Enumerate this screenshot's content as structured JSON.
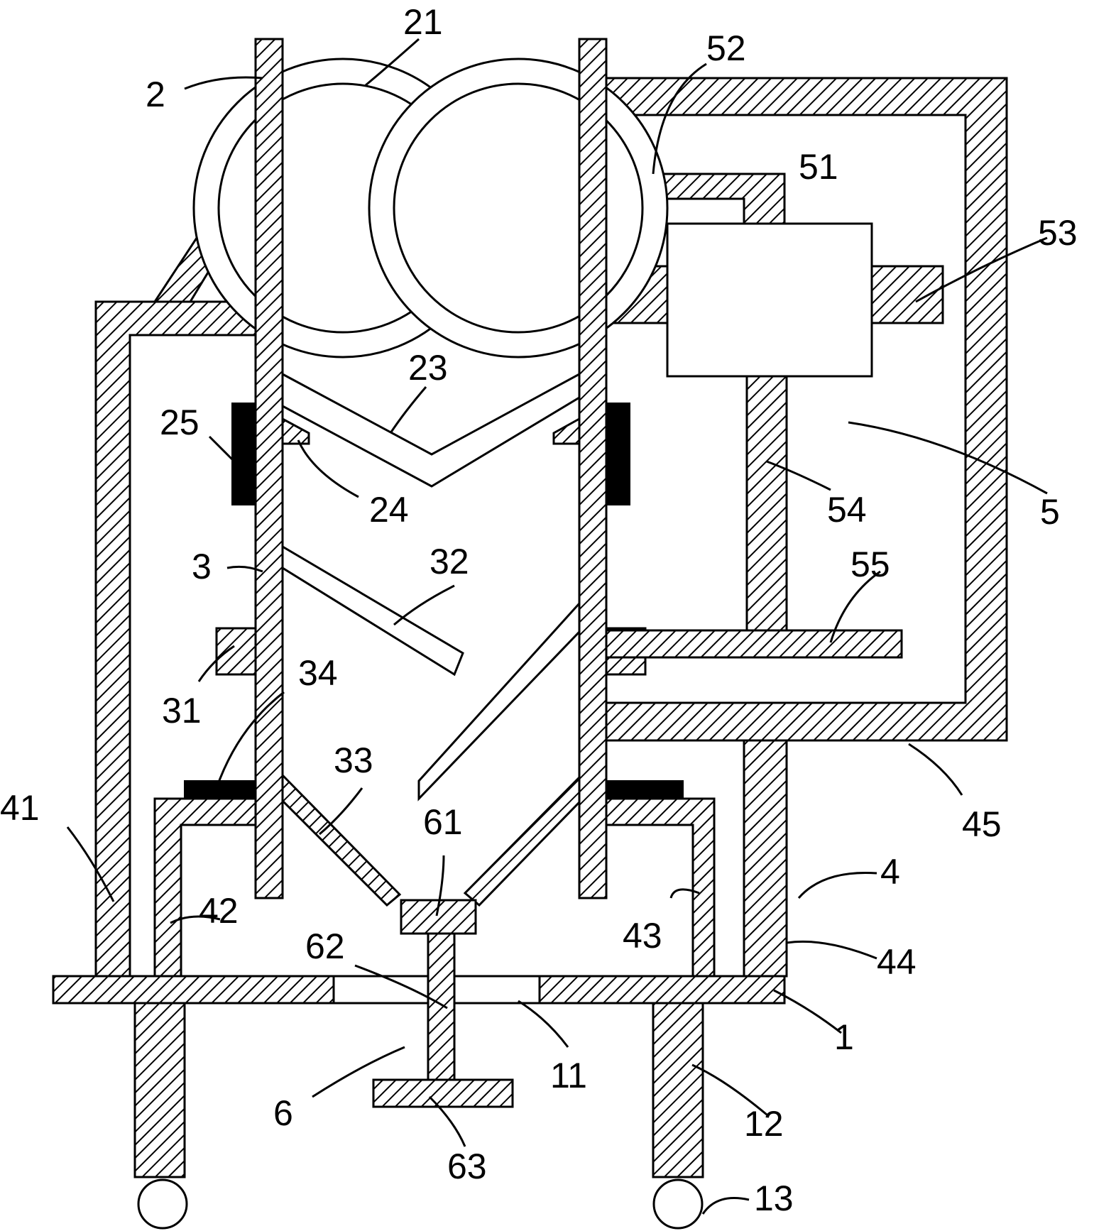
{
  "labels": {
    "l1": "1",
    "l11": "11",
    "l12": "12",
    "l13": "13",
    "l2": "2",
    "l21": "21",
    "l23": "23",
    "l24": "24",
    "l25": "25",
    "l3": "3",
    "l31": "31",
    "l32": "32",
    "l33": "33",
    "l34": "34",
    "l4": "4",
    "l41": "41",
    "l42": "42",
    "l43": "43",
    "l44": "44",
    "l45": "45",
    "l5": "5",
    "l51": "51",
    "l52": "52",
    "l53": "53",
    "l54": "54",
    "l55": "55",
    "l6": "6",
    "l61": "61",
    "l62": "62",
    "l63": "63"
  }
}
